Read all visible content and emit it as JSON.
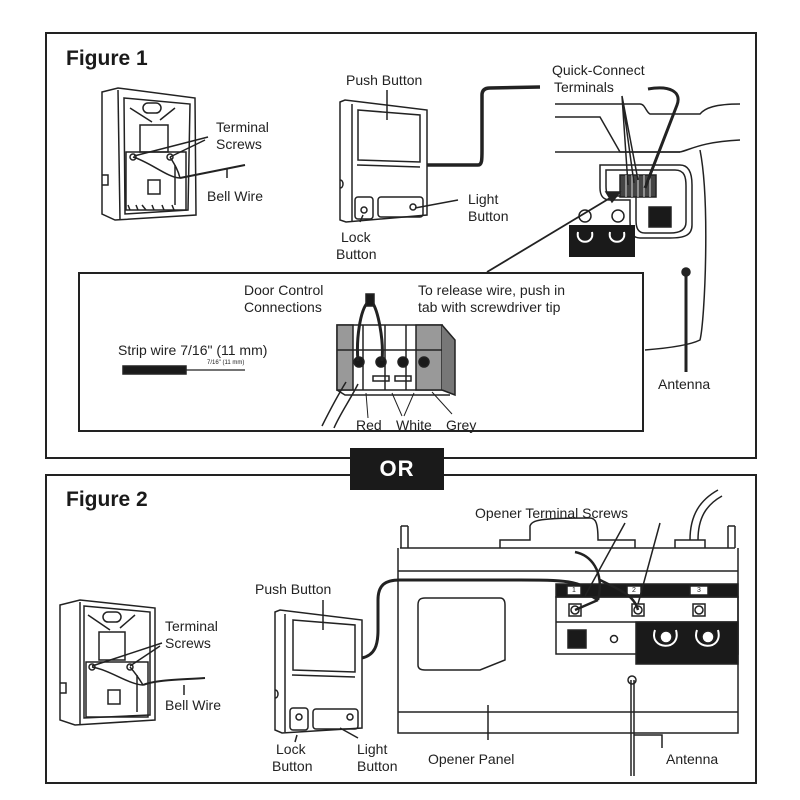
{
  "figure1": {
    "title": "Figure 1",
    "labels": {
      "terminal_screws": [
        "Terminal",
        "Screws"
      ],
      "bell_wire": "Bell Wire",
      "push_button": "Push Button",
      "light_button": [
        "Light",
        "Button"
      ],
      "lock_button": [
        "Lock",
        "Button"
      ],
      "quick_connect": [
        "Quick-Connect",
        "Terminals"
      ],
      "antenna": "Antenna"
    },
    "inset": {
      "door_control": [
        "Door Control",
        "Connections"
      ],
      "release_note": [
        "To release wire, push in",
        "tab with screwdriver tip"
      ],
      "strip_wire": "Strip wire 7/16\" (11 mm)",
      "strip_dimension": "7/16\" (11 mm)",
      "wire_colors": [
        "Red",
        "White",
        "Grey"
      ]
    }
  },
  "separator": {
    "label": "OR"
  },
  "figure2": {
    "title": "Figure 2",
    "labels": {
      "terminal_screws": [
        "Terminal",
        "Screws"
      ],
      "bell_wire": "Bell Wire",
      "push_button": "Push Button",
      "lock_button": [
        "Lock",
        "Button"
      ],
      "light_button": [
        "Light",
        "Button"
      ],
      "opener_terminal_screws": "Opener Terminal Screws",
      "opener_panel": "Opener Panel",
      "antenna": "Antenna",
      "terminal_numbers": [
        "1",
        "2",
        "3"
      ]
    }
  }
}
